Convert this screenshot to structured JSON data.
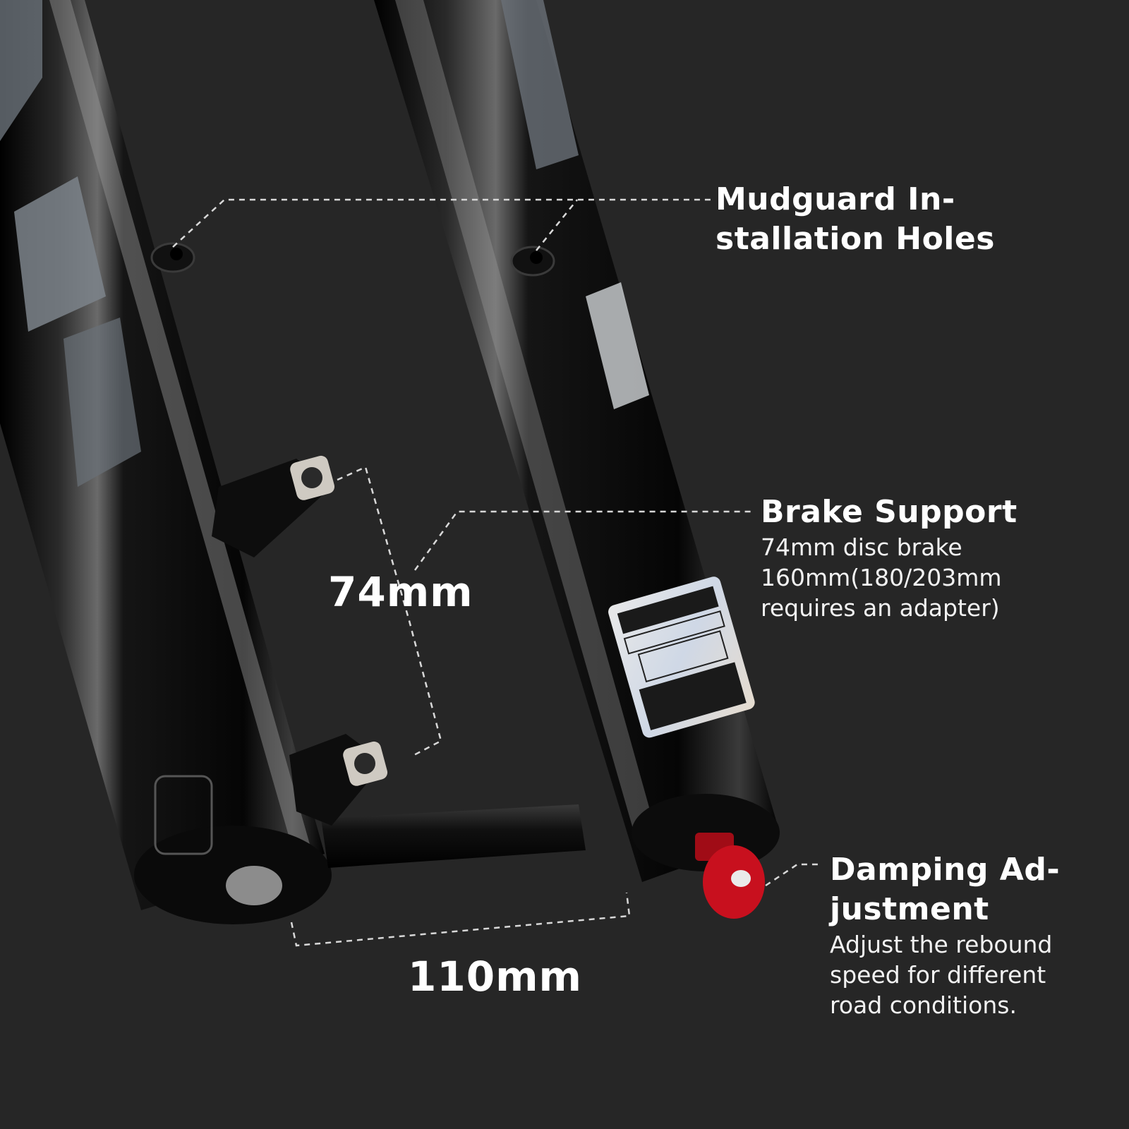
{
  "callouts": {
    "mudguard": {
      "title_line1": "Mudguard In-",
      "title_line2": "stallation Holes"
    },
    "brake": {
      "title": "Brake Support",
      "line1": "74mm disc brake",
      "line2": "160mm(180/203mm",
      "line3": "requires an adapter)"
    },
    "damping": {
      "title_line1": "Damping Ad-",
      "title_line2": "justment",
      "line1": "Adjust the rebound",
      "line2": "speed for different",
      "line3": "road conditions."
    }
  },
  "dimensions": {
    "brake_spacing": "74mm",
    "axle_spacing": "110mm"
  },
  "colors": {
    "background": "#262626",
    "fork": "#050505",
    "knob": "#c8101e",
    "text": "#ffffff",
    "decal": "#8a9198"
  }
}
